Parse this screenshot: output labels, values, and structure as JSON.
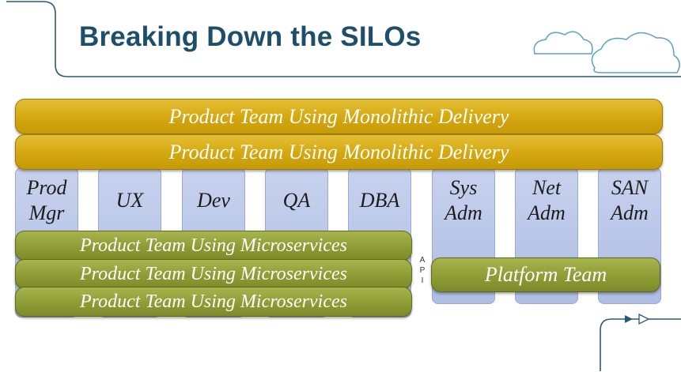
{
  "title": "Breaking Down the SILOs",
  "silos": [
    {
      "label": "Prod\nMgr"
    },
    {
      "label": "UX"
    },
    {
      "label": "Dev"
    },
    {
      "label": "QA"
    },
    {
      "label": "DBA"
    },
    {
      "label": "Sys\nAdm"
    },
    {
      "label": "Net\nAdm"
    },
    {
      "label": "SAN\nAdm"
    }
  ],
  "monolithic_teams": [
    "Product Team Using Monolithic Delivery",
    "Product Team Using Monolithic Delivery"
  ],
  "microservice_teams": [
    "Product Team Using Microservices",
    "Product Team Using Microservices",
    "Product Team Using Microservices"
  ],
  "platform_team": "Platform Team",
  "api_label": "A\nP\nI",
  "colors": {
    "title": "#1f4e6b",
    "silo": "#b8c5ea",
    "monolithic": "#d4a710",
    "microservices": "#8e9c35",
    "decor_line": "#2b5a74"
  }
}
